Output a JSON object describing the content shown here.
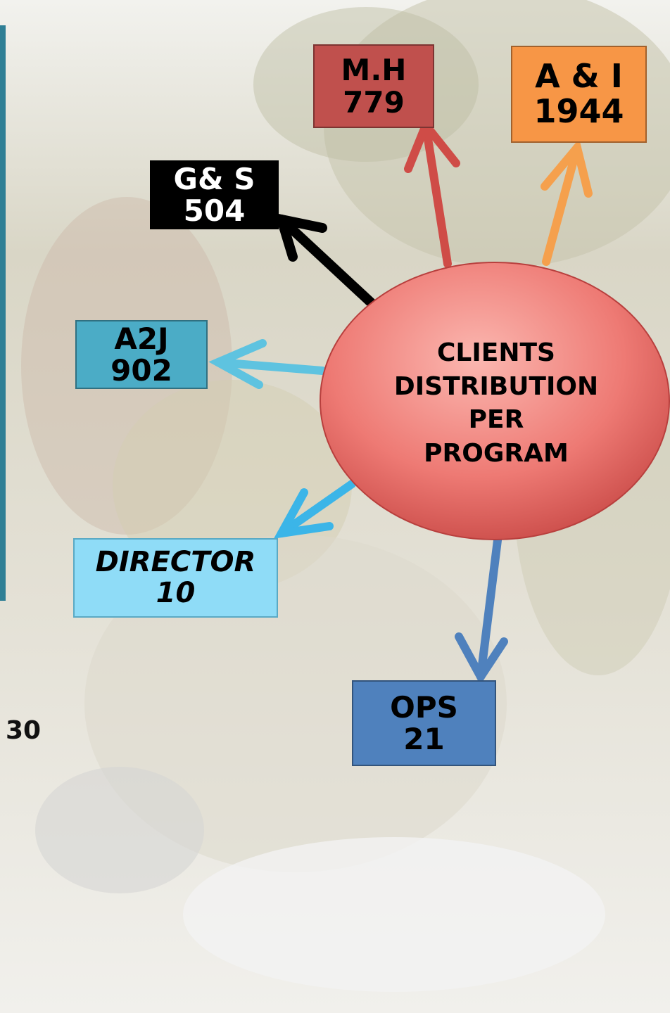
{
  "center": {
    "lines": [
      "CLIENTS",
      "DISTRIBUTION",
      "PER",
      "PROGRAM"
    ]
  },
  "programs": [
    {
      "id": "mh",
      "name": "M.H",
      "count": "779",
      "color": "#c0504d"
    },
    {
      "id": "ai",
      "name": "A & I",
      "count": "1944",
      "color": "#f79646"
    },
    {
      "id": "gs",
      "name": "G& S",
      "count": "504",
      "color": "#000000"
    },
    {
      "id": "a2j",
      "name": "A2J",
      "count": "902",
      "color": "#4bacc6"
    },
    {
      "id": "dir",
      "name": "DIRECTOR",
      "count": "10",
      "color": "#8fdcf7"
    },
    {
      "id": "ops",
      "name": "OPS",
      "count": "21",
      "color": "#4f81bd"
    }
  ],
  "page_number": "30",
  "colors": {
    "circle": "#e9716f",
    "side_bar": "#2f7f95"
  }
}
